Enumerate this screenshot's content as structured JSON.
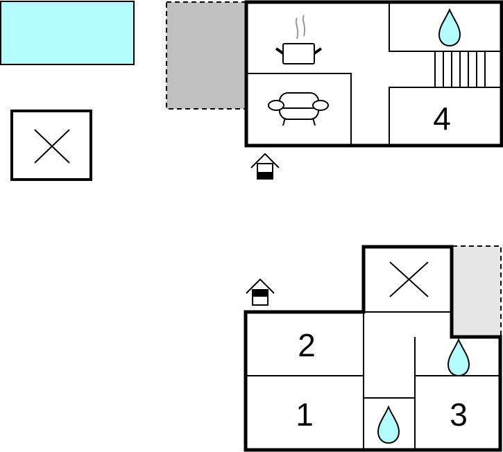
{
  "colors": {
    "pool": "#b3fcff",
    "water": "#b3fcff",
    "terrace_dark": "#c0c0c0",
    "terrace_light": "#e6e6e6",
    "steam": "#999999"
  },
  "top_house": {
    "rooms": {
      "bedroom_4": "4"
    },
    "icons": [
      "kitchen-pot-icon",
      "sofa-icon",
      "water-drop-icon",
      "stairs-icon",
      "entrance-icon"
    ]
  },
  "bottom_house": {
    "rooms": {
      "bedroom_1": "1",
      "bedroom_2": "2",
      "bedroom_3": "3"
    },
    "icons": [
      "water-drop-icon",
      "water-drop-icon",
      "entrance-icon"
    ]
  }
}
